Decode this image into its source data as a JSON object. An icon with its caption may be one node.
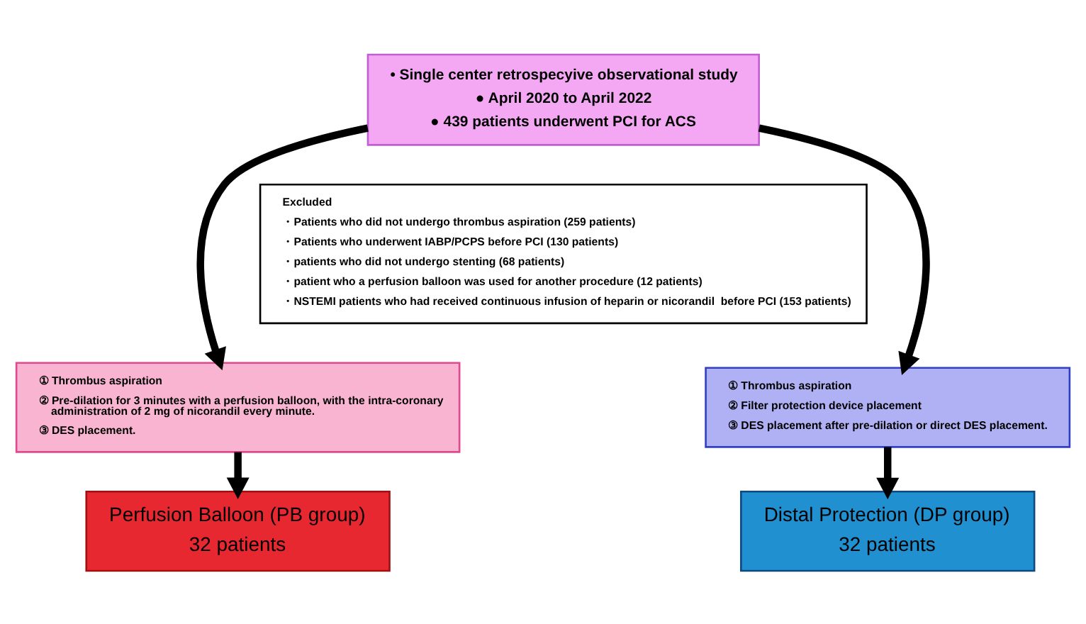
{
  "diagram": {
    "nodes": [
      {
        "text": [
          "• Single center retrospecyive observational study",
          "● April 2020 to April 2022",
          "● 439 patients underwent PCI for ACS"
        ]
      },
      {
        "text": [
          "Excluded",
          "・Patients who did not undergo thrombus aspiration (259 patients)",
          "・Patients who underwent IABP/PCPS before PCI (130 patients)",
          "・patients who did not undergo stenting (68 patients)",
          "・patient who a perfusion balloon was used for another procedure (12 patients)",
          "・NSTEMI patients who had received continuous infusion of heparin or nicorandil  before PCI (153 patients)"
        ]
      },
      {
        "text": [
          "① Thrombus aspiration",
          "② Pre-dilation for 3 minutes with a perfusion balloon, with the intra-coronary administration of 2 mg of nicorandil every minute.",
          "③ DES placement."
        ]
      },
      {
        "text": [
          "① Thrombus aspiration",
          "② Filter protection device placement",
          "③ DES placement after pre-dilation or direct DES placement."
        ]
      },
      {
        "text": [
          "Perfusion Balloon (PB group)",
          "32 patients"
        ]
      },
      {
        "text": [
          "Distal Protection (DP group)",
          "32 patients"
        ]
      }
    ],
    "edges": [
      {
        "from": 0,
        "to": 2,
        "arrow": "to"
      },
      {
        "from": 0,
        "to": 3,
        "arrow": "to"
      },
      {
        "from": 2,
        "to": 4,
        "arrow": "to"
      },
      {
        "from": 3,
        "to": 5,
        "arrow": "to"
      }
    ]
  }
}
